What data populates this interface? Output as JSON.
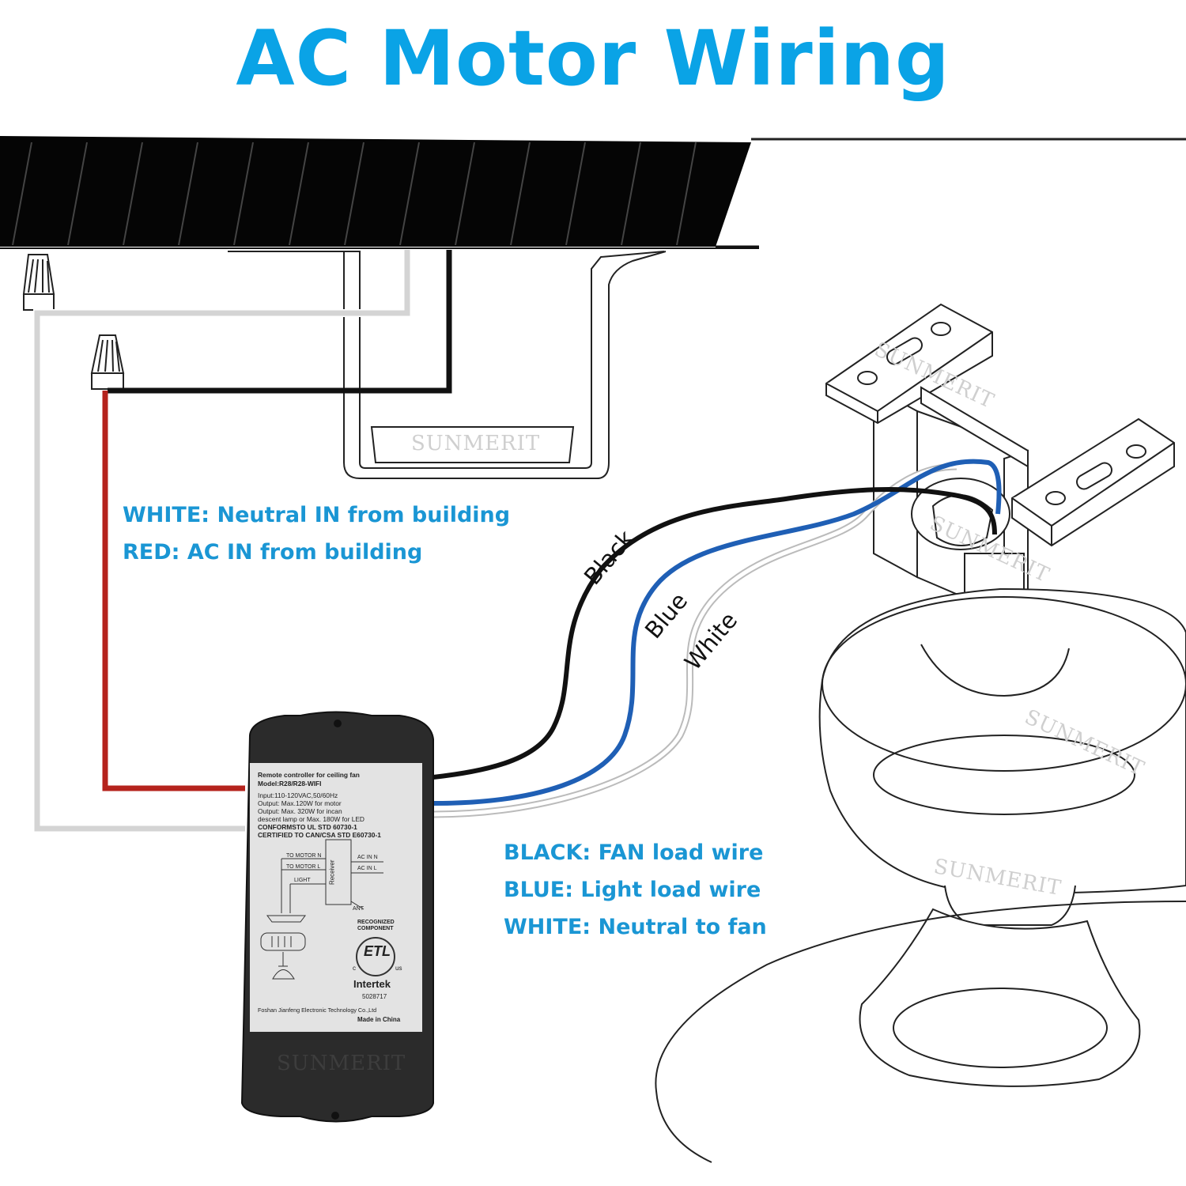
{
  "title": "AC Motor Wiring",
  "colors": {
    "title": "#0aa3e6",
    "note_text": "#1a96d4",
    "wire_black": "#111111",
    "wire_blue": "#1f5fb5",
    "wire_red": "#b5231d",
    "wire_white": "#d4d4d4",
    "ceiling": "#050505",
    "receiver_body": "#2b2b2b",
    "receiver_label": "#e3e3e3"
  },
  "notes": {
    "input_white": "WHITE: Neutral IN from building",
    "input_red": "RED: AC IN from building",
    "output_black": "BLACK: FAN load wire",
    "output_blue": "BLUE: Light load wire",
    "output_white": "WHITE: Neutral to fan"
  },
  "wire_labels": {
    "black": "Black",
    "blue": "Blue",
    "white": "White"
  },
  "watermark": "SUNMERIT",
  "receiver_label": {
    "line1": "Remote controller for ceiling fan",
    "line2": "Model:R28/R28-WIFI",
    "spec1": "Input:110-120VAC,50/60Hz",
    "spec2": "Output: Max.120W for motor",
    "spec3": "Output: Max. 320W for incan",
    "spec4": "descent lamp or Max. 180W for LED",
    "spec5": "CONFORMSTO UL STD 60730-1",
    "spec6": "CERTIFIED TO CAN/CSA STD E60730-1",
    "to_motor_n": "TO MOTOR N",
    "to_motor_l": "TO MOTOR L",
    "light": "LIGHT",
    "receiver": "Receiver",
    "ac_in_n": "AC IN N",
    "ac_in_l": "AC IN L",
    "ant": "ANT",
    "recognized": "RECOGNIZED",
    "component": "COMPONENT",
    "etl": "ETL",
    "c": "c",
    "us": "us",
    "intertek": "Intertek",
    "cert_no": "5028717",
    "manufacturer": "Foshan Jianfeng Electronic Technology Co.,Ltd",
    "made_in": "Made in China"
  }
}
